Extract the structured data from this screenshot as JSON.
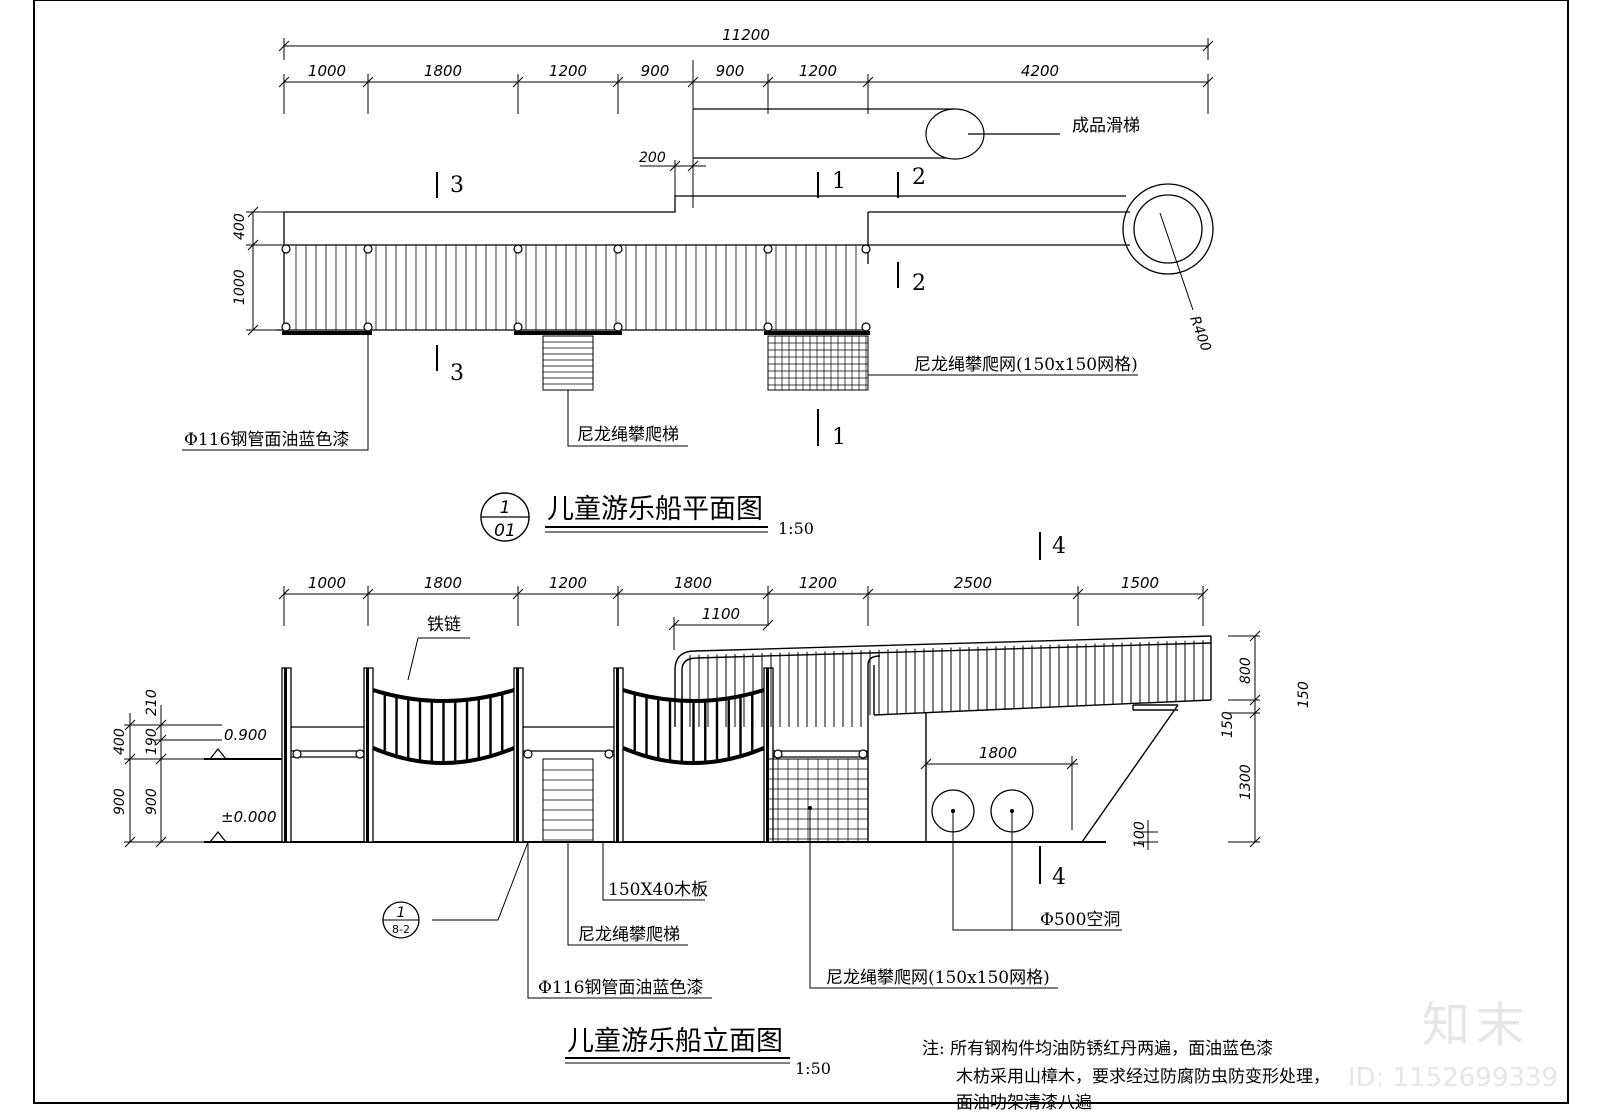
{
  "plan": {
    "title": "儿童游乐船平面图",
    "scale": "1:50",
    "bubble_top": "1",
    "bubble_bottom": "01",
    "overall_dim": "11200",
    "dims": [
      "1000",
      "1800",
      "1200",
      "900",
      "900",
      "1200",
      "4200"
    ],
    "dim_200": "200",
    "dim_400": "400",
    "dim_1000": "1000",
    "radius": "R400",
    "labels": {
      "slide": "成品滑梯",
      "net": "尼龙绳攀爬网(150x150网格)",
      "ladder": "尼龙绳攀爬梯",
      "pipe": "Φ116钢管面油蓝色漆"
    },
    "sections": {
      "s1": "1",
      "s2": "2",
      "s3": "3"
    }
  },
  "elevation": {
    "title": "儿童游乐船立面图",
    "scale": "1:50",
    "dims": [
      "1000",
      "1800",
      "1200",
      "1800",
      "1200",
      "2500",
      "1500"
    ],
    "dim_1100": "1100",
    "dim_1800": "1800",
    "left_dims": {
      "d210": "210",
      "d190": "190",
      "d400": "400",
      "d900a": "900",
      "d900b": "900"
    },
    "right_dims": {
      "d800": "800",
      "d150a": "150",
      "d150b": "150",
      "d1300": "1300",
      "d100": "100"
    },
    "levels": {
      "top": "0.900",
      "ground": "±0.000"
    },
    "labels": {
      "chain": "铁链",
      "board": "150X40木板",
      "ladder": "尼龙绳攀爬梯",
      "pipe": "Φ116钢管面油蓝色漆",
      "net": "尼龙绳攀爬网(150x150网格)",
      "hole": "Φ500空洞"
    },
    "bubble_top": "1",
    "bubble_bottom": "8-2",
    "section": "4"
  },
  "notes": {
    "line1": "注: 所有钢构件均油防锈红丹两遍，面油蓝色漆",
    "line2": "木枋采用山樟木，要求经过防腐防虫防变形处理，",
    "line3": "面油叻架清漆八遍"
  },
  "watermark": {
    "logo": "知末",
    "id": "ID: 1152699339"
  }
}
